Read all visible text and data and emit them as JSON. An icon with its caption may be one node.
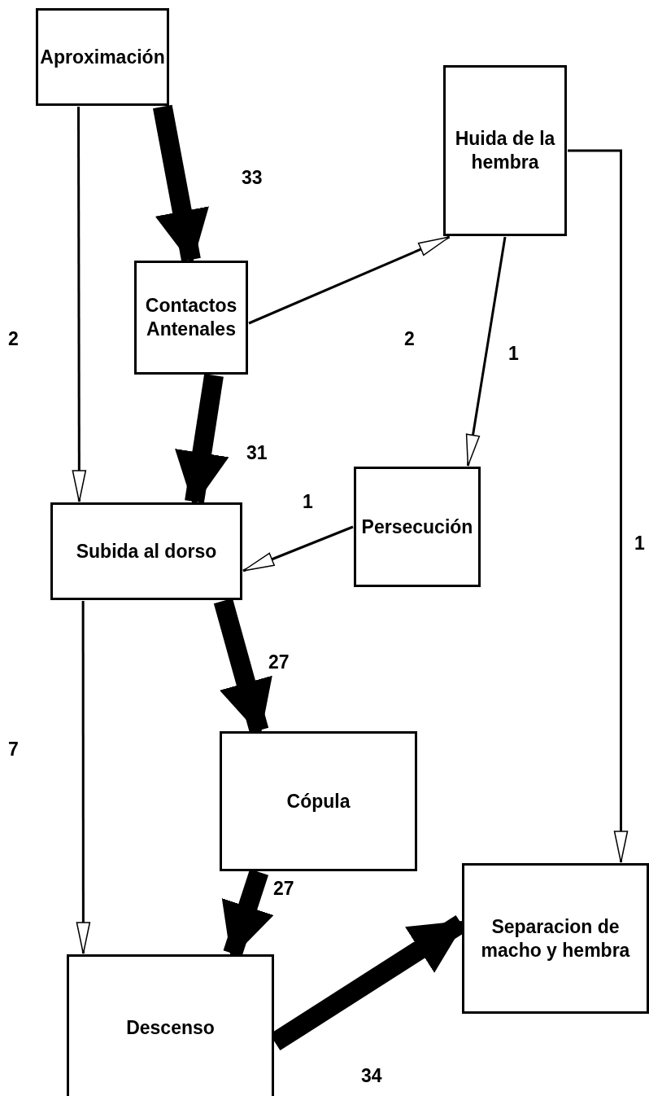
{
  "diagram": {
    "nodes": [
      {
        "text": [
          "Aproximación"
        ]
      },
      {
        "text": [
          "Contactos Antenales"
        ]
      },
      {
        "text": [
          "Huida de la hembra"
        ]
      },
      {
        "text": [
          "Subida al dorso"
        ]
      },
      {
        "text": [
          "Persecución"
        ]
      },
      {
        "text": [
          "Cópula"
        ]
      },
      {
        "text": [
          "Descenso"
        ]
      },
      {
        "text": [
          "Separacion de macho y hembra"
        ]
      }
    ],
    "edges": [
      {
        "from": 0,
        "to": 1,
        "arrow": "to",
        "label": "33",
        "style": "thick"
      },
      {
        "from": 0,
        "to": 3,
        "arrow": "to",
        "label": "2"
      },
      {
        "from": 1,
        "to": 2,
        "arrow": "to",
        "label": "2"
      },
      {
        "from": 2,
        "to": 4,
        "arrow": "to",
        "label": "1"
      },
      {
        "from": 2,
        "to": 7,
        "arrow": "to",
        "label": "1"
      },
      {
        "from": 1,
        "to": 3,
        "arrow": "to",
        "label": "31",
        "style": "thick"
      },
      {
        "from": 4,
        "to": 3,
        "arrow": "to",
        "label": "1"
      },
      {
        "from": 3,
        "to": 5,
        "arrow": "to",
        "label": "27",
        "style": "thick"
      },
      {
        "from": 3,
        "to": 6,
        "arrow": "to",
        "label": "7"
      },
      {
        "from": 5,
        "to": 6,
        "arrow": "to",
        "label": "27",
        "style": "thick"
      },
      {
        "from": 6,
        "to": 7,
        "arrow": "to",
        "label": "34",
        "style": "thick"
      }
    ]
  }
}
